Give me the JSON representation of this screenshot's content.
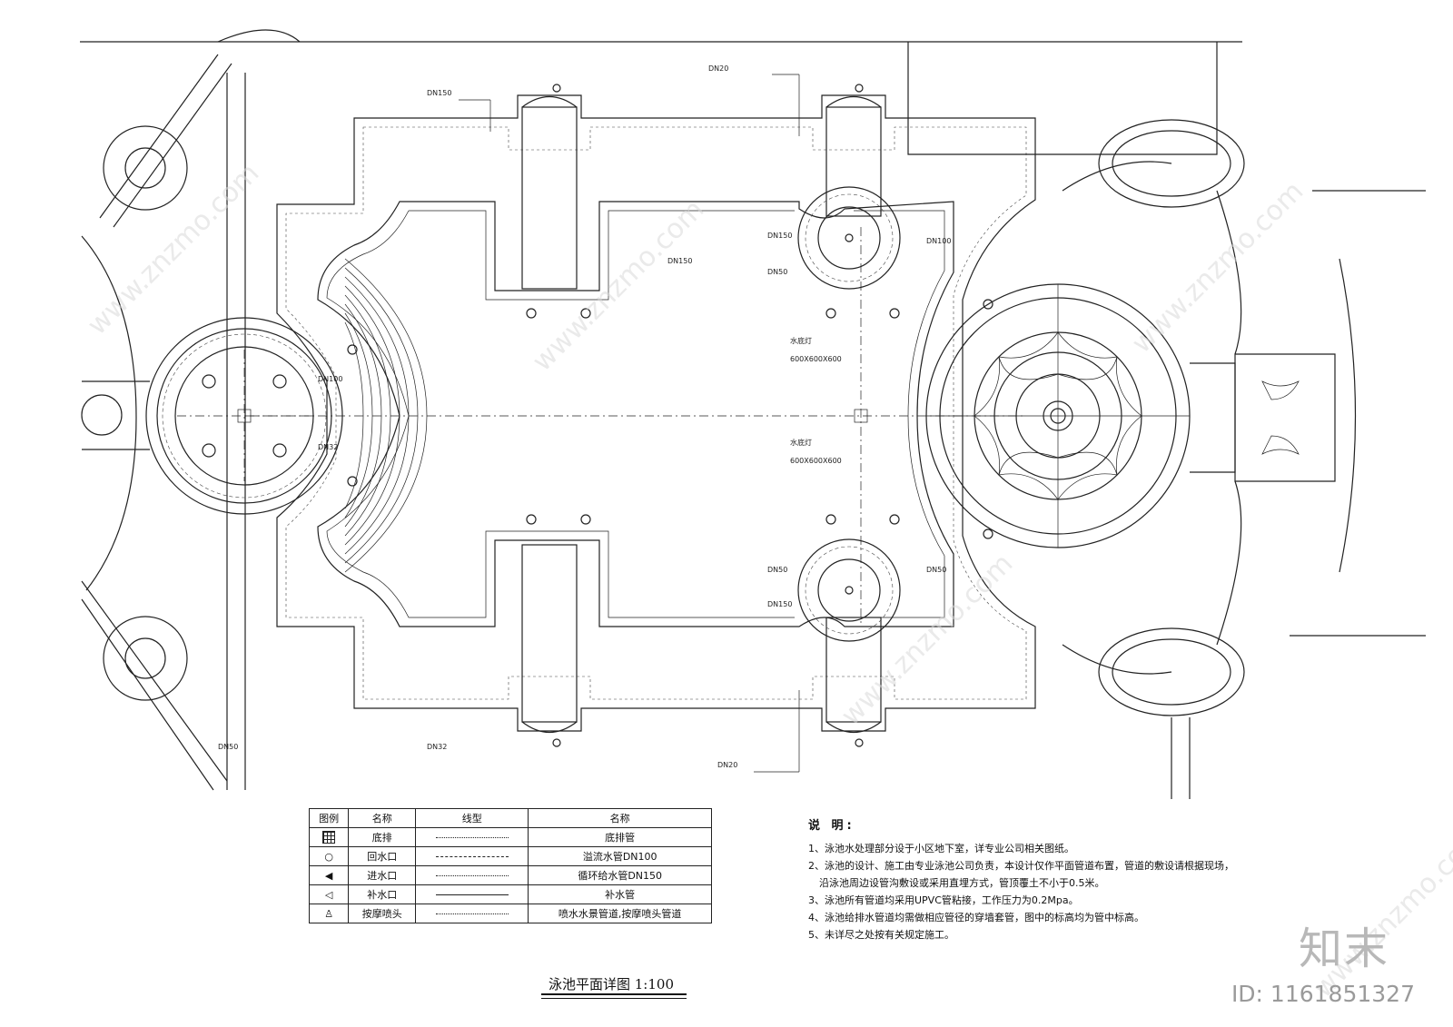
{
  "drawing": {
    "title": "泳池平面详图 1:100"
  },
  "legend": {
    "headers": [
      "图例",
      "名称",
      "线型",
      "名称"
    ],
    "rows": [
      {
        "symbol": "grid-drain-icon",
        "name": "底排",
        "line_name": "底排管"
      },
      {
        "symbol": "outlet-circle-icon",
        "name": "回水口",
        "line_name": "溢流水管DN100"
      },
      {
        "symbol": "inlet-triangle-icon",
        "name": "进水口",
        "line_name": "循环给水管DN150"
      },
      {
        "symbol": "makeup-triangle-icon",
        "name": "补水口",
        "line_name": "补水管"
      },
      {
        "symbol": "massage-nozzle-icon",
        "name": "按摩喷头",
        "line_name": "喷水水景管道,按摩喷头管道"
      }
    ]
  },
  "notes": {
    "title": "说 明:",
    "items": [
      "1、泳池水处理部分设于小区地下室，详专业公司相关图纸。",
      "2、泳池的设计、施工由专业泳池公司负责，本设计仅作平面管道布置，管道的敷设请根据现场，",
      "沿泳池周边设管沟敷设或采用直埋方式，管顶覆土不小于0.5米。",
      "3、泳池所有管道均采用UPVC管粘接，工作压力为0.2Mpa。",
      "4、泳池给排水管道均需做相应管径的穿墙套管，图中的标高均为管中标高。",
      "5、未详尽之处按有关规定施工。"
    ]
  },
  "annotations": {
    "pipe_dn150": "DN150",
    "pipe_dn50": "DN50",
    "pipe_dn100": "DN100",
    "pipe_dn32": "DN32",
    "pipe_dn20": "DN20",
    "underwater_light": "水底灯",
    "dim": "600X600X600"
  },
  "watermark": {
    "brand": "知末",
    "site": "www.znzmo.com",
    "id_text": "ID: 1161851327"
  },
  "colors": {
    "line": "#222222",
    "watermark": "#d9d9d9"
  }
}
